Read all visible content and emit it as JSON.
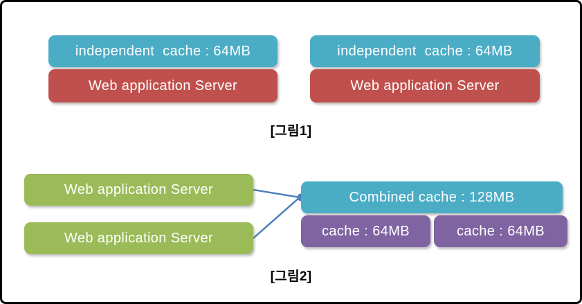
{
  "figure1": {
    "label": "[그림1]",
    "stacks": [
      {
        "cache": "independent  cache : 64MB",
        "server": "Web application Server"
      },
      {
        "cache": "independent  cache : 64MB",
        "server": "Web application Server"
      }
    ]
  },
  "figure2": {
    "label": "[그림2]",
    "servers": [
      "Web application Server",
      "Web application Server"
    ],
    "combined_cache": "Combined cache : 128MB",
    "caches": [
      "cache : 64MB",
      "cache : 64MB"
    ]
  },
  "colors": {
    "cache_teal": "#4BACC6",
    "server_red": "#C0504D",
    "server_green": "#9BBB59",
    "cache_purple": "#8064A2",
    "connector_blue": "#4F81BD",
    "frame_border": "#000000"
  }
}
